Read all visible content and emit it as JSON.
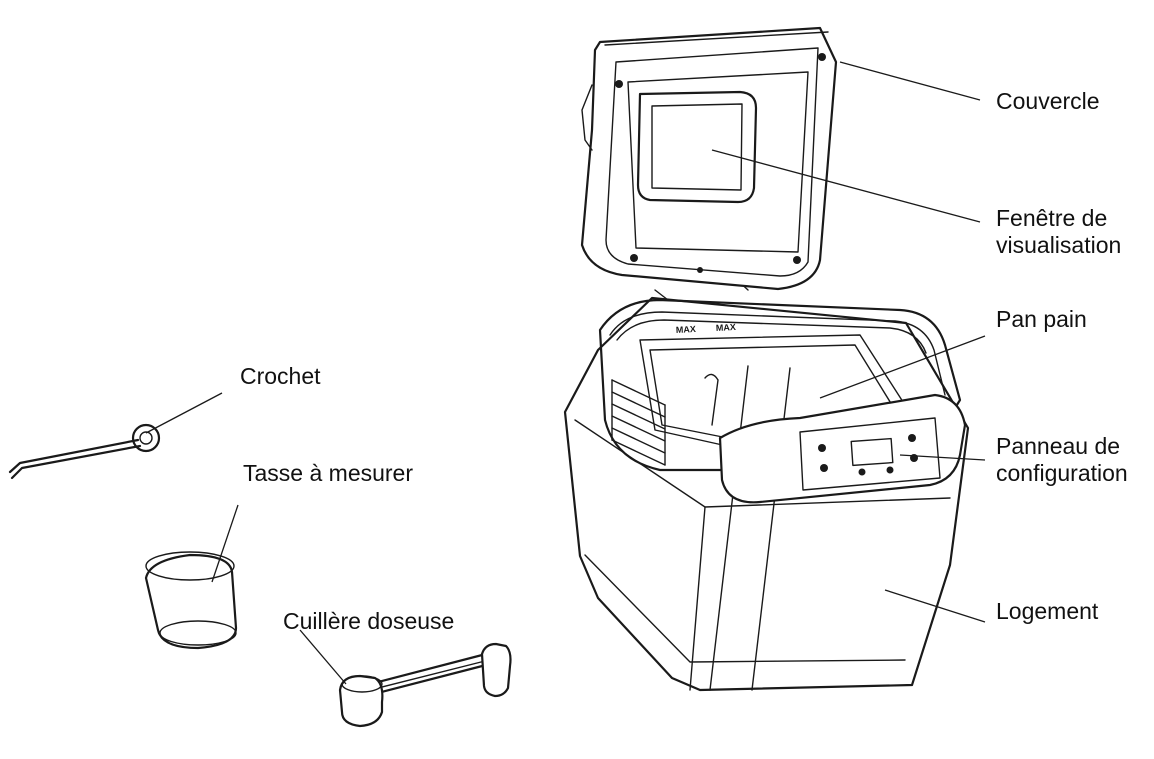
{
  "labels": {
    "couvercle": "Couvercle",
    "fenetre_line1": "Fenêtre de",
    "fenetre_line2": "visualisation",
    "pan_pain": "Pan pain",
    "panneau_line1": "Panneau de",
    "panneau_line2": "configuration",
    "logement": "Logement",
    "crochet": "Crochet",
    "tasse": "Tasse à mesurer",
    "cuillere": "Cuillère doseuse"
  },
  "colors": {
    "ink": "#1a1a1a",
    "background": "#ffffff"
  }
}
